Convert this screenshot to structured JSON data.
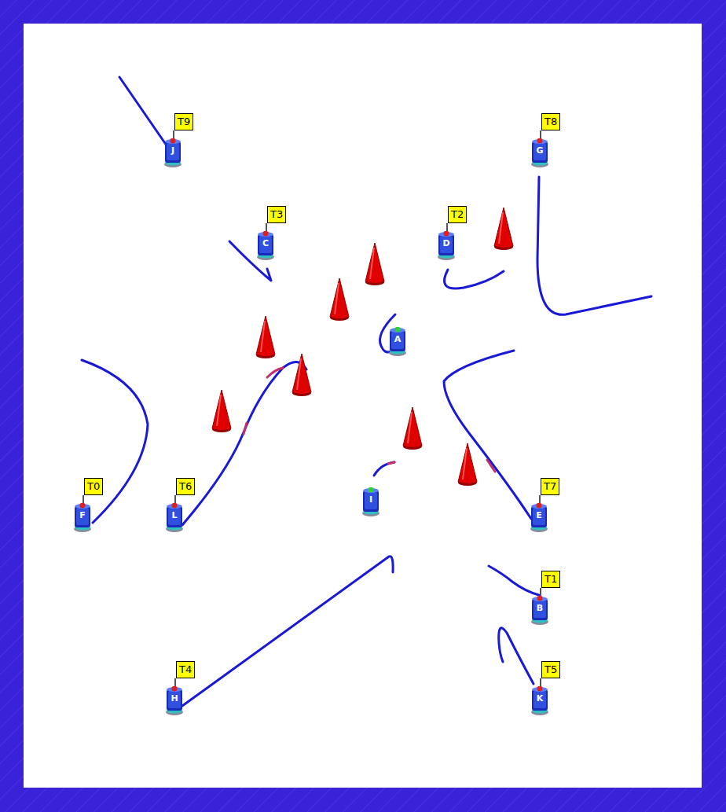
{
  "diagram": {
    "nodes": [
      {
        "text": [
          "T9",
          "J"
        ]
      },
      {
        "text": [
          "T8",
          "G"
        ]
      },
      {
        "text": [
          "T3",
          "C"
        ]
      },
      {
        "text": [
          "T2",
          "D"
        ]
      },
      {
        "text": [
          "A"
        ]
      },
      {
        "text": [
          "T0",
          "F"
        ]
      },
      {
        "text": [
          "T6",
          "L"
        ]
      },
      {
        "text": [
          "I"
        ]
      },
      {
        "text": [
          "T7",
          "E"
        ]
      },
      {
        "text": [
          "T1",
          "B"
        ]
      },
      {
        "text": [
          "T4",
          "H"
        ]
      },
      {
        "text": [
          "T5",
          "K"
        ]
      }
    ]
  }
}
